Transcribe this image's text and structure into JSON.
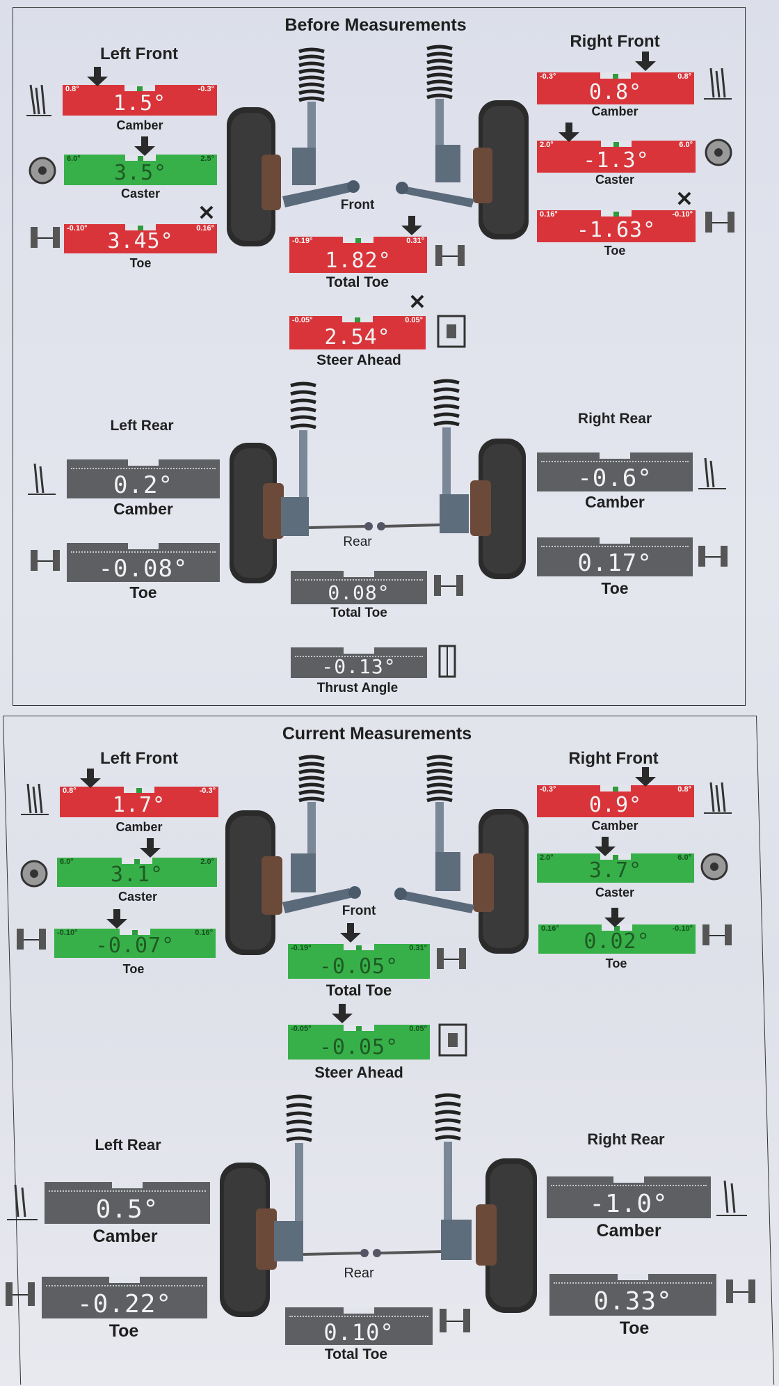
{
  "before": {
    "title": "Before Measurements",
    "front_label": "Front",
    "rear_label": "Rear",
    "left_front": {
      "label": "Left Front",
      "camber": {
        "label": "Camber",
        "value": "1.5°",
        "min": "0.8°",
        "max": "-0.3°",
        "status": "red"
      },
      "caster": {
        "label": "Caster",
        "value": "3.5°",
        "min": "6.0°",
        "max": "2.5°",
        "status": "green"
      },
      "toe": {
        "label": "Toe",
        "value": "3.45°",
        "min": "-0.10°",
        "max": "0.16°",
        "status": "red"
      }
    },
    "right_front": {
      "label": "Right Front",
      "camber": {
        "label": "Camber",
        "value": "0.8°",
        "min": "-0.3°",
        "max": "0.8°",
        "status": "red"
      },
      "caster": {
        "label": "Caster",
        "value": "-1.3°",
        "min": "2.0°",
        "max": "6.0°",
        "status": "red"
      },
      "toe": {
        "label": "Toe",
        "value": "-1.63°",
        "min": "0.16°",
        "max": "-0.10°",
        "status": "red"
      }
    },
    "total_toe": {
      "label": "Total Toe",
      "value": "1.82°",
      "min": "-0.19°",
      "max": "0.31°",
      "status": "red"
    },
    "steer_ahead": {
      "label": "Steer Ahead",
      "value": "2.54°",
      "min": "-0.05°",
      "max": "0.05°",
      "status": "red"
    },
    "left_rear": {
      "label": "Left Rear",
      "camber": {
        "label": "Camber",
        "value": "0.2°"
      },
      "toe": {
        "label": "Toe",
        "value": "-0.08°"
      }
    },
    "right_rear": {
      "label": "Right Rear",
      "camber": {
        "label": "Camber",
        "value": "-0.6°"
      },
      "toe": {
        "label": "Toe",
        "value": "0.17°"
      }
    },
    "rear_total_toe": {
      "label": "Total Toe",
      "value": "0.08°"
    },
    "thrust_angle": {
      "label": "Thrust Angle",
      "value": "-0.13°"
    }
  },
  "current": {
    "title": "Current Measurements",
    "front_label": "Front",
    "rear_label": "Rear",
    "left_front": {
      "label": "Left Front",
      "camber": {
        "label": "Camber",
        "value": "1.7°",
        "min": "0.8°",
        "max": "-0.3°",
        "status": "red"
      },
      "caster": {
        "label": "Caster",
        "value": "3.1°",
        "min": "6.0°",
        "max": "2.0°",
        "status": "green"
      },
      "toe": {
        "label": "Toe",
        "value": "-0.07°",
        "min": "-0.10°",
        "max": "0.16°",
        "status": "green"
      }
    },
    "right_front": {
      "label": "Right Front",
      "camber": {
        "label": "Camber",
        "value": "0.9°",
        "min": "-0.3°",
        "max": "0.8°",
        "status": "red"
      },
      "caster": {
        "label": "Caster",
        "value": "3.7°",
        "min": "2.0°",
        "max": "6.0°",
        "status": "green"
      },
      "toe": {
        "label": "Toe",
        "value": "0.02°",
        "min": "0.16°",
        "max": "-0.10°",
        "status": "green"
      }
    },
    "total_toe": {
      "label": "Total Toe",
      "value": "-0.05°",
      "min": "-0.19°",
      "max": "0.31°",
      "status": "green"
    },
    "steer_ahead": {
      "label": "Steer Ahead",
      "value": "-0.05°",
      "min": "-0.05°",
      "max": "0.05°",
      "status": "green"
    },
    "left_rear": {
      "label": "Left Rear",
      "camber": {
        "label": "Camber",
        "value": "0.5°"
      },
      "toe": {
        "label": "Toe",
        "value": "-0.22°"
      }
    },
    "right_rear": {
      "label": "Right Rear",
      "camber": {
        "label": "Camber",
        "value": "-1.0°"
      },
      "toe": {
        "label": "Toe",
        "value": "0.33°"
      }
    },
    "rear_total_toe": {
      "label": "Total Toe",
      "value": "0.10°"
    }
  },
  "colors": {
    "red": "#d9343a",
    "green": "#37b04a",
    "gray": "#5d5f63"
  }
}
